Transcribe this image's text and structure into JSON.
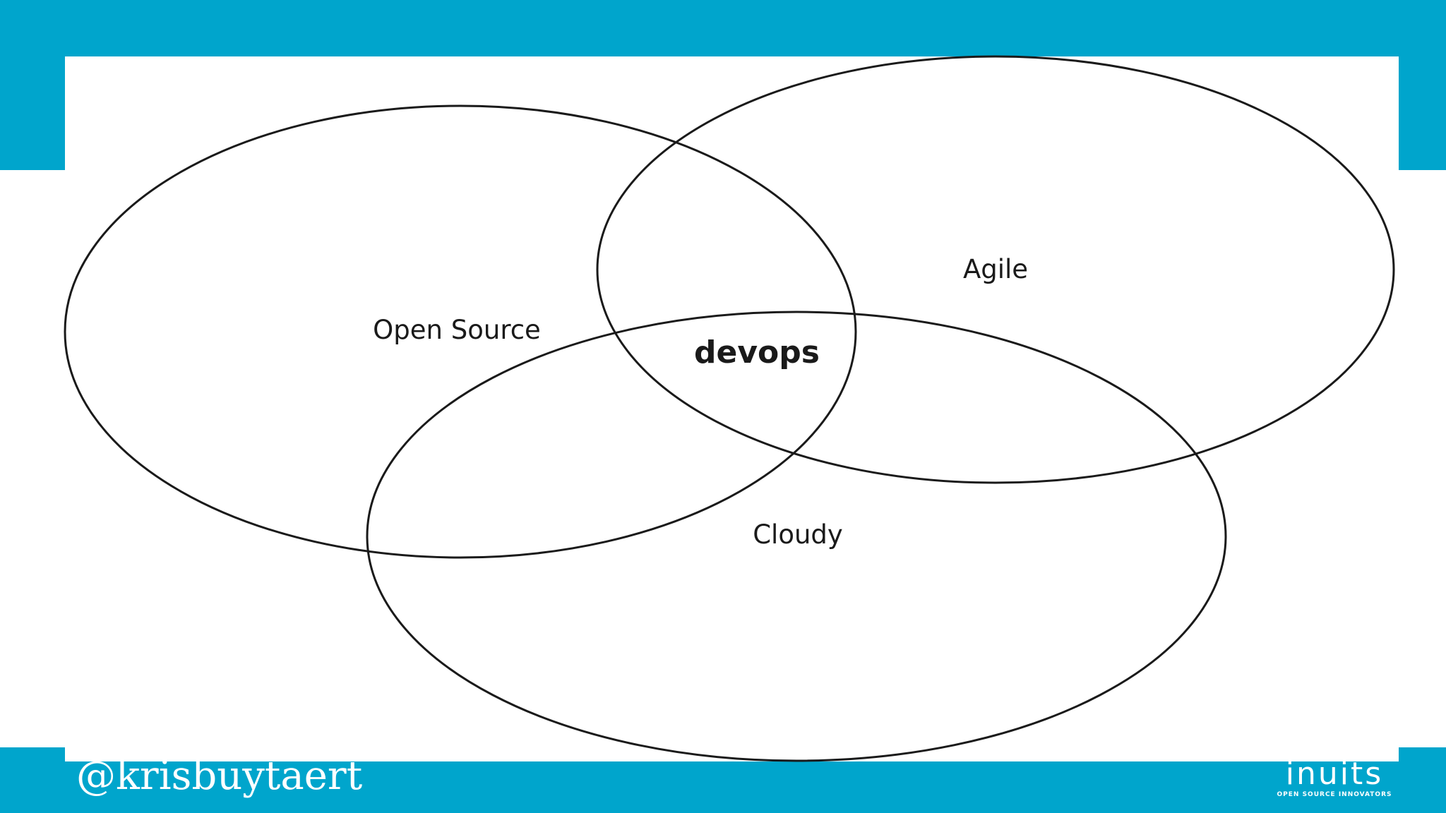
{
  "theme": {
    "accent": "#00a5cc",
    "stroke": "#1a1a1a",
    "background": "#ffffff"
  },
  "venn": {
    "sets": [
      {
        "id": "open-source",
        "label": "Open Source"
      },
      {
        "id": "agile",
        "label": "Agile"
      },
      {
        "id": "cloudy",
        "label": "Cloudy"
      }
    ],
    "intersection_label": "devops"
  },
  "footer": {
    "handle": "@krisbuytaert",
    "logo_word": "inuits",
    "logo_tagline": "OPEN SOURCE INNOVATORS"
  }
}
